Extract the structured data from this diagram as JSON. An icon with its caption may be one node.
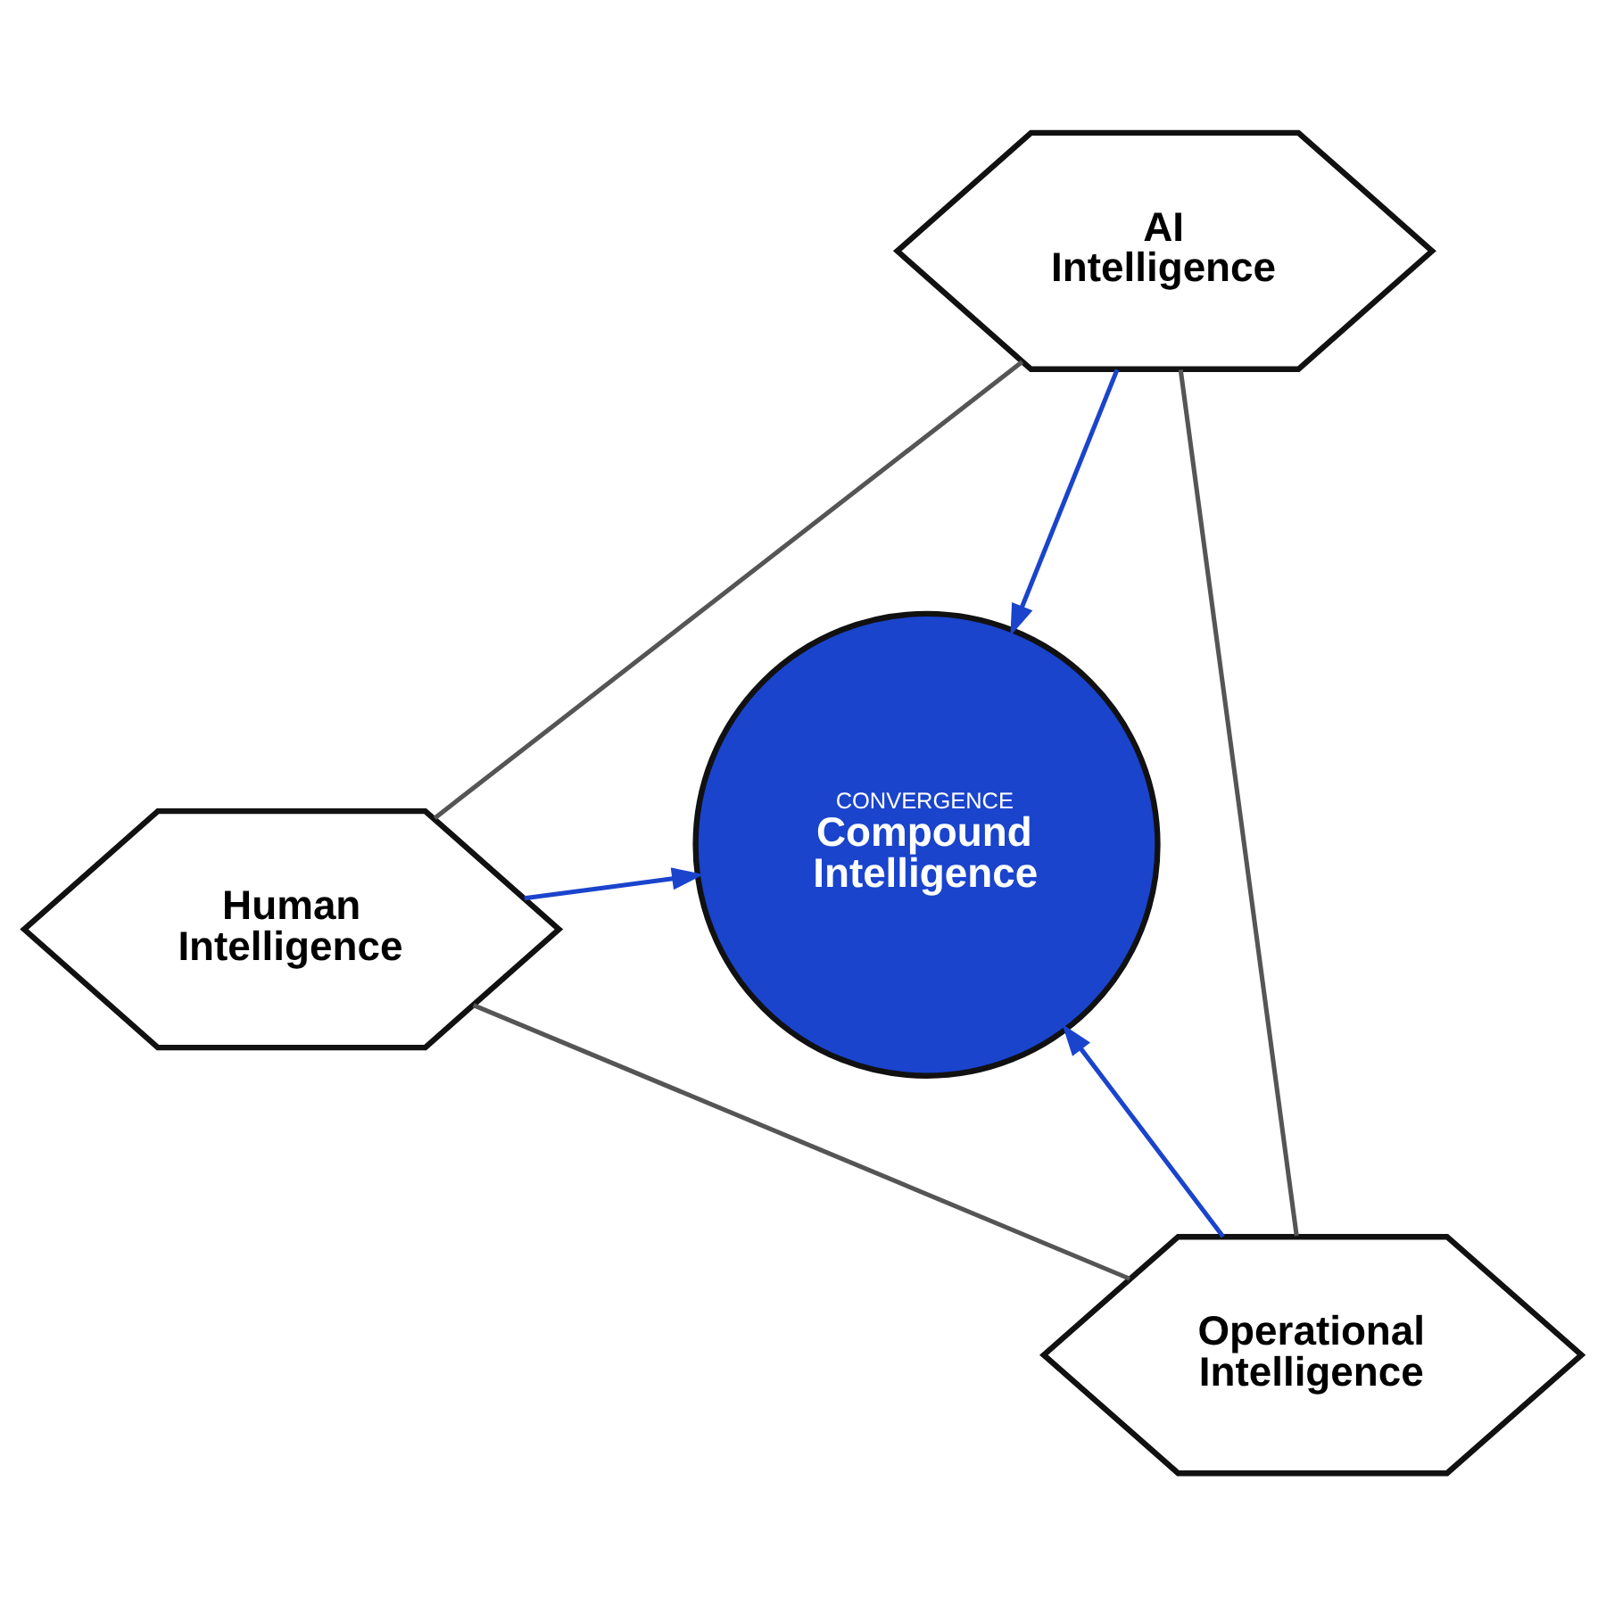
{
  "diagram": {
    "nodes": [
      {
        "text": [
          "Human Intelligence"
        ]
      },
      {
        "text": [
          "CONVERGENCE",
          "Compound Intelligence"
        ]
      },
      {
        "text": [
          "Operational Intelligence"
        ]
      },
      {
        "text": [
          "AI Intelligence"
        ]
      }
    ],
    "edges": [
      {
        "from": 0,
        "to": 1,
        "arrow": "to",
        "color": "#1a44cc"
      },
      {
        "from": 2,
        "to": 1,
        "arrow": "to",
        "color": "#1a44cc"
      },
      {
        "from": 3,
        "to": 1,
        "arrow": "to",
        "color": "#1a44cc"
      },
      {
        "from": 0,
        "to": 2,
        "arrow": "none",
        "color": "#555555"
      },
      {
        "from": 0,
        "to": 3,
        "arrow": "none",
        "color": "#555555"
      },
      {
        "from": 2,
        "to": 3,
        "arrow": "none",
        "color": "#555555"
      }
    ]
  }
}
